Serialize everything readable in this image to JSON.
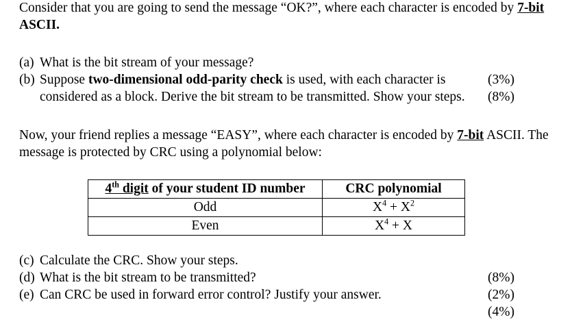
{
  "document": {
    "intro": {
      "text_before": "Consider that you are going to send the message “OK?”, where each character is encoded by ",
      "emphasis": "7-bit",
      "text_after": " ASCII."
    },
    "questions_top": [
      {
        "marker": "(a)",
        "text": "What is the bit stream of your message?",
        "percent": "(3%)",
        "lines": 1
      },
      {
        "marker": "(b)",
        "text_before": "Suppose ",
        "emphasis": "two-dimensional odd-parity check",
        "text_after": " is used, with each character is considered as a block. Derive the bit stream to be transmitted. Show your steps.",
        "percent": "(8%)",
        "lines": 2
      }
    ],
    "friend_paragraph": {
      "text_before": "Now, your friend replies a message “EASY”, where each character is encoded by ",
      "emphasis": "7-bit",
      "text_middle": " ASCII. The message is protected by CRC using a polynomial below:"
    },
    "table": {
      "headers": {
        "col1_underlined": "4",
        "col1_superscript": "th",
        "col1_underlined_tail": " digit",
        "col1_rest": " of your student ID number",
        "col2": "CRC polynomial"
      },
      "rows": [
        {
          "parity": "Odd",
          "poly_term1_base": "X",
          "poly_term1_exp": "4",
          "poly_plus": " + ",
          "poly_term2_base": "X",
          "poly_term2_exp": "2"
        },
        {
          "parity": "Even",
          "poly_term1_base": "X",
          "poly_term1_exp": "4",
          "poly_plus": " + ",
          "poly_term2_base": "X",
          "poly_term2_exp": ""
        }
      ]
    },
    "questions_bottom": [
      {
        "marker": "(c)",
        "text": "Calculate the CRC. Show your steps.",
        "percent": "(8%)"
      },
      {
        "marker": "(d)",
        "text": "What is the bit stream to be transmitted?",
        "percent": "(2%)"
      },
      {
        "marker": "(e)",
        "text": "Can CRC be used in forward error control? Justify your answer.",
        "percent": "(4%)"
      }
    ]
  }
}
